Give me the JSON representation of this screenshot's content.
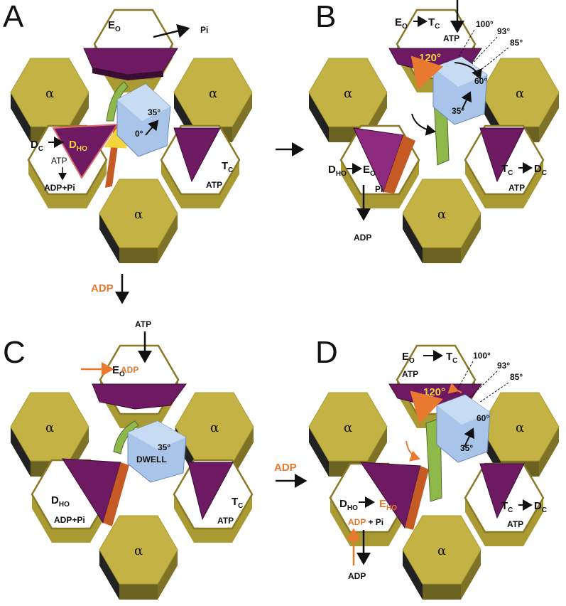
{
  "panels": {
    "A": {
      "letter": "A",
      "top_site": {
        "label": "E",
        "sub": "O",
        "product": "Pi"
      },
      "left_site": {
        "from": "D",
        "from_sub": "C",
        "to": "D",
        "to_sub": "HO",
        "bound": "ATP",
        "products": "ADP+Pi"
      },
      "right_site": {
        "label": "T",
        "sub": "C",
        "bound": "ATP"
      },
      "angles": [
        "35°",
        "0°"
      ],
      "alpha": "α"
    },
    "B": {
      "letter": "B",
      "top_site": {
        "from": "E",
        "from_sub": "O",
        "to": "T",
        "to_sub": "C",
        "bound": "ATP"
      },
      "left_site": {
        "from": "D",
        "from_sub": "HO",
        "to": "E",
        "to_sub": "O",
        "bound": "Pi",
        "released": "ADP"
      },
      "right_site": {
        "from": "T",
        "from_sub": "C",
        "to": "D",
        "to_sub": "C",
        "bound": "ATP"
      },
      "angles": [
        "100°",
        "93°",
        "85°",
        "120°",
        "60°",
        "35°"
      ],
      "alpha": "α"
    },
    "C": {
      "letter": "C",
      "top_site": {
        "label": "E",
        "sub": "O",
        "incoming": "ATP",
        "orange_in": "ADP"
      },
      "left_site": {
        "label": "D",
        "sub": "HO",
        "bound": "ADP+Pi"
      },
      "right_site": {
        "label": "T",
        "sub": "C",
        "bound": "ATP"
      },
      "angles": [
        "35°"
      ],
      "dwell": "DWELL",
      "alpha": "α"
    },
    "D": {
      "letter": "D",
      "top_site": {
        "from": "E",
        "from_sub": "O",
        "to": "T",
        "to_sub": "C",
        "bound": "ATP"
      },
      "left_site": {
        "from": "D",
        "from_sub": "HO",
        "to": "E",
        "to_sub": "HO",
        "bound_orange": "ADP",
        "bound_rest": " + Pi",
        "released": "ADP"
      },
      "right_site": {
        "from": "T",
        "from_sub": "C",
        "to": "D",
        "to_sub": "C",
        "bound": "ATP"
      },
      "angles": [
        "100°",
        "93°",
        "85°",
        "120°",
        "60°",
        "35°"
      ],
      "alpha": "α"
    }
  },
  "connectors": {
    "a_to_c": "ADP",
    "c_to_d": "ADP"
  },
  "colors": {
    "alpha_face": "#c4b344",
    "alpha_side": "#7d7226",
    "alpha_dark": "#222222",
    "site_outline": "#8a7a28",
    "purple": "#6e1a63",
    "orange_accent": "#e8792f",
    "yellow_accent": "#f2d53c",
    "cube": "#a8c4e8",
    "stalk": "#8fb84a"
  }
}
